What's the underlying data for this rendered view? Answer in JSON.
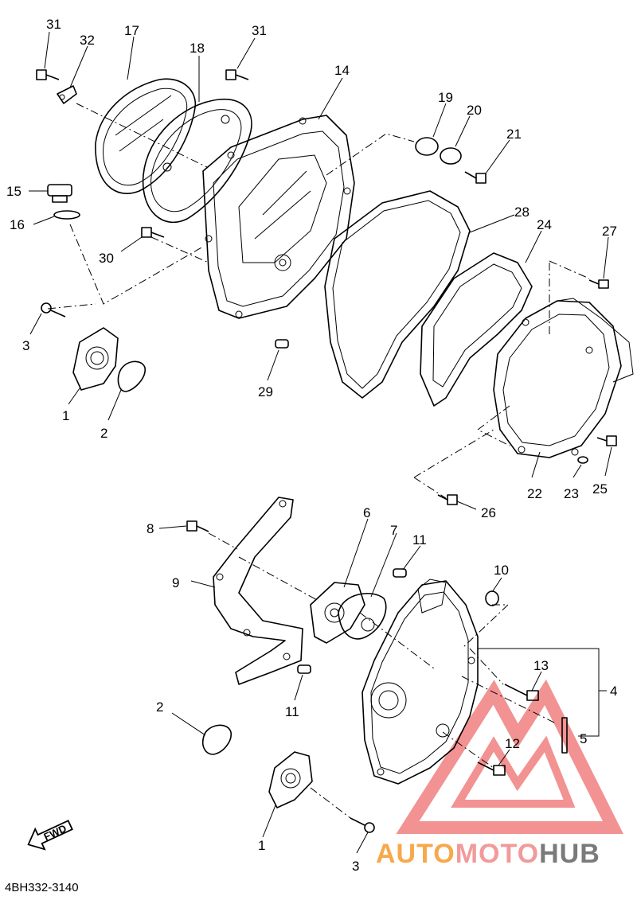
{
  "diagram": {
    "part_code": "4BH332-3140",
    "fwd_label": "FWD",
    "callouts": [
      {
        "id": "c31a",
        "label": "31"
      },
      {
        "id": "c32",
        "label": "32"
      },
      {
        "id": "c17",
        "label": "17"
      },
      {
        "id": "c18",
        "label": "18"
      },
      {
        "id": "c31b",
        "label": "31"
      },
      {
        "id": "c14",
        "label": "14"
      },
      {
        "id": "c19",
        "label": "19"
      },
      {
        "id": "c20",
        "label": "20"
      },
      {
        "id": "c21",
        "label": "21"
      },
      {
        "id": "c15",
        "label": "15"
      },
      {
        "id": "c16",
        "label": "16"
      },
      {
        "id": "c28",
        "label": "28"
      },
      {
        "id": "c24",
        "label": "24"
      },
      {
        "id": "c27",
        "label": "27"
      },
      {
        "id": "c30",
        "label": "30"
      },
      {
        "id": "c3a",
        "label": "3"
      },
      {
        "id": "c29",
        "label": "29"
      },
      {
        "id": "c1a",
        "label": "1"
      },
      {
        "id": "c2a",
        "label": "2"
      },
      {
        "id": "c25",
        "label": "25"
      },
      {
        "id": "c22",
        "label": "22"
      },
      {
        "id": "c23",
        "label": "23"
      },
      {
        "id": "c26",
        "label": "26"
      },
      {
        "id": "c6",
        "label": "6"
      },
      {
        "id": "c8",
        "label": "8"
      },
      {
        "id": "c7",
        "label": "7"
      },
      {
        "id": "c11a",
        "label": "11"
      },
      {
        "id": "c10",
        "label": "10"
      },
      {
        "id": "c9",
        "label": "9"
      },
      {
        "id": "c13",
        "label": "13"
      },
      {
        "id": "c4",
        "label": "4"
      },
      {
        "id": "c11b",
        "label": "11"
      },
      {
        "id": "c5",
        "label": "5"
      },
      {
        "id": "c2b",
        "label": "2"
      },
      {
        "id": "c12",
        "label": "12"
      },
      {
        "id": "c1b",
        "label": "1"
      },
      {
        "id": "c3b",
        "label": "3"
      }
    ]
  },
  "watermark": {
    "text_auto": "AUTO",
    "text_moto": "MOTO",
    "text_hub": "HUB",
    "triangle_color": "#f08080",
    "auto_color": "#f7a84a",
    "moto_color": "#f29a9a",
    "hub_color": "#7a7a7a"
  }
}
